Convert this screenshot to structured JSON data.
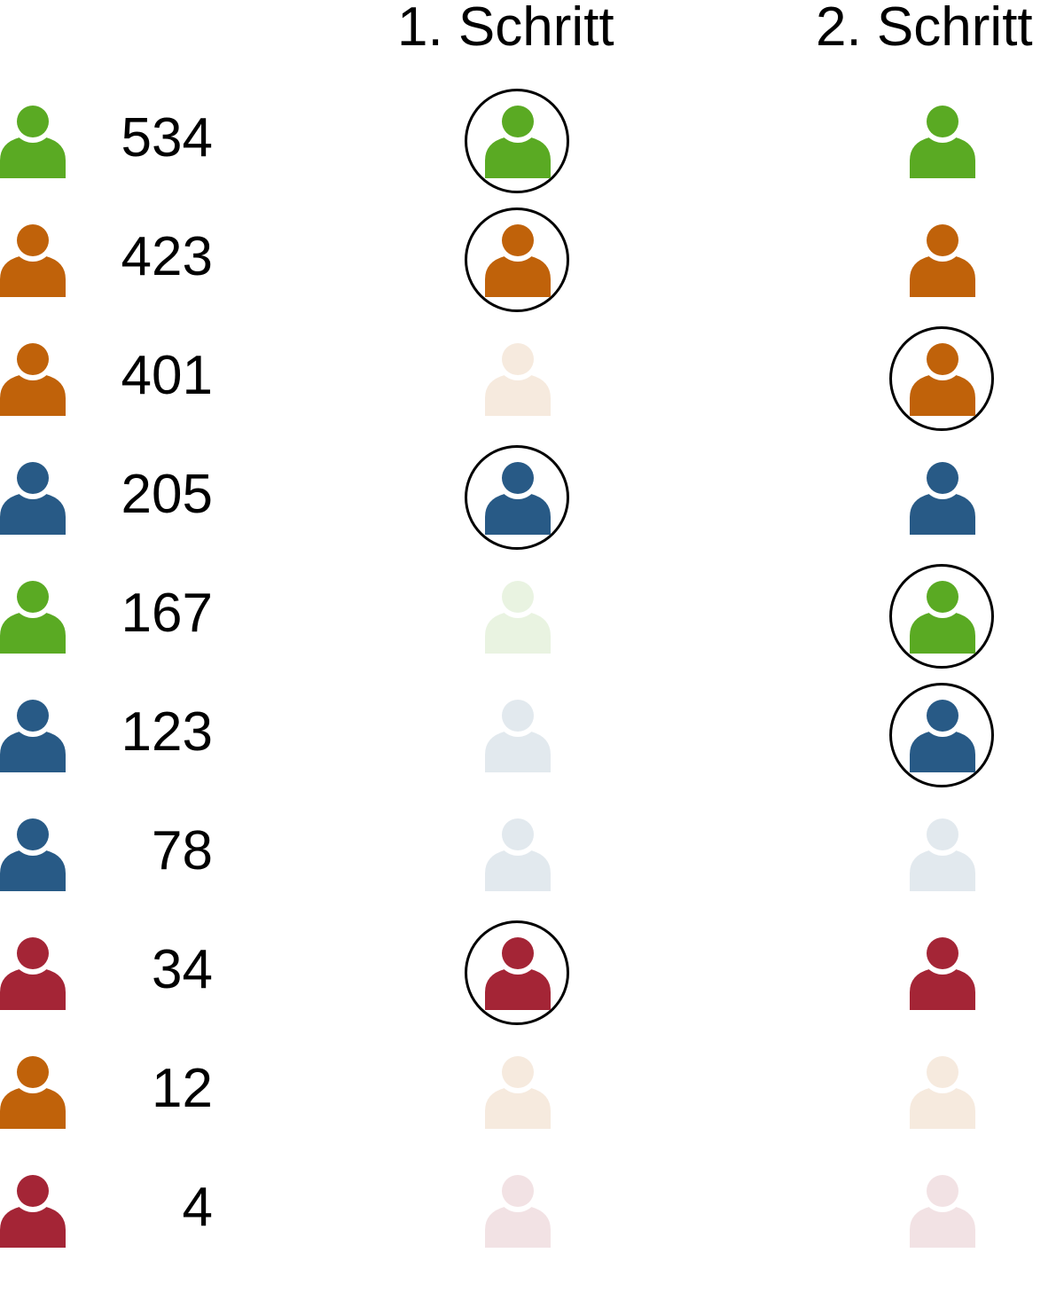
{
  "headers": {
    "step1": "1. Schritt",
    "step2": "2. Schritt"
  },
  "colors": {
    "green": "#5aaa23",
    "orange": "#c0620a",
    "blue": "#285a86",
    "red": "#a42536",
    "ring": "#000000"
  },
  "icon_name": "person-icon",
  "rows": [
    {
      "count": "534",
      "color": "green",
      "step1": "selected",
      "step2": "active"
    },
    {
      "count": "423",
      "color": "orange",
      "step1": "selected",
      "step2": "active"
    },
    {
      "count": "401",
      "color": "orange",
      "step1": "faded",
      "step2": "selected"
    },
    {
      "count": "205",
      "color": "blue",
      "step1": "selected",
      "step2": "active"
    },
    {
      "count": "167",
      "color": "green",
      "step1": "faded",
      "step2": "selected"
    },
    {
      "count": "123",
      "color": "blue",
      "step1": "faded",
      "step2": "selected"
    },
    {
      "count": "78",
      "color": "blue",
      "step1": "faded",
      "step2": "faded"
    },
    {
      "count": "34",
      "color": "red",
      "step1": "selected",
      "step2": "active"
    },
    {
      "count": "12",
      "color": "orange",
      "step1": "faded",
      "step2": "faded"
    },
    {
      "count": "4",
      "color": "red",
      "step1": "faded",
      "step2": "faded"
    }
  ]
}
